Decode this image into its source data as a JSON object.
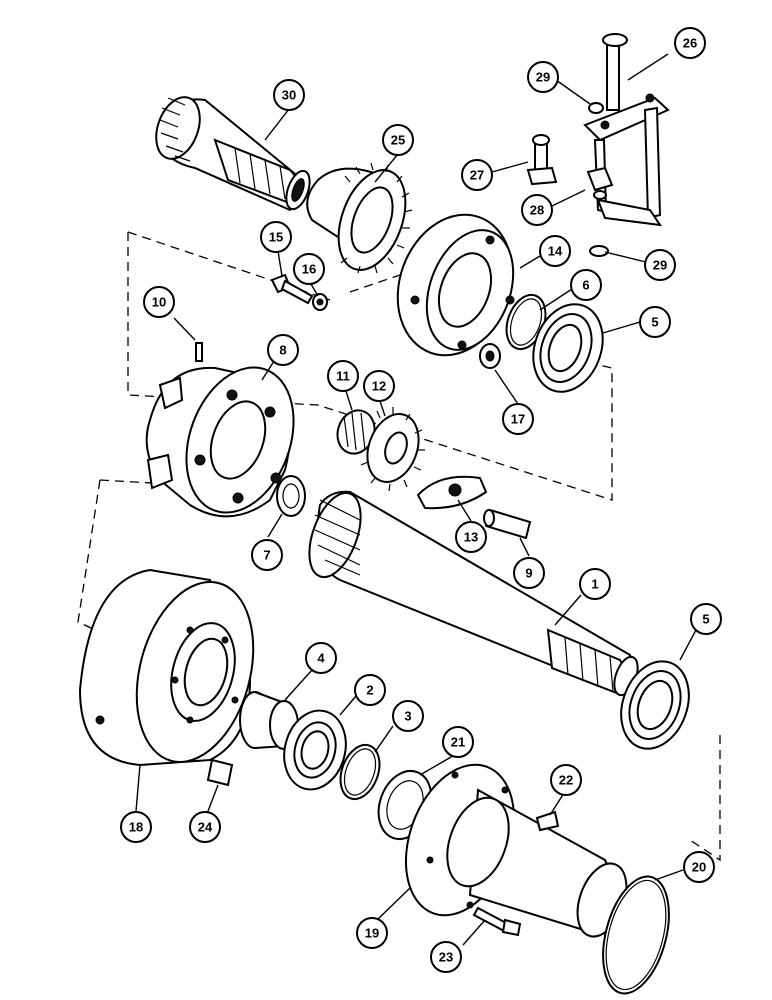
{
  "diagram": {
    "callouts": [
      {
        "id": "c1",
        "label": "1"
      },
      {
        "id": "c2",
        "label": "2"
      },
      {
        "id": "c3",
        "label": "3"
      },
      {
        "id": "c4",
        "label": "4"
      },
      {
        "id": "c5a",
        "label": "5"
      },
      {
        "id": "c5b",
        "label": "5"
      },
      {
        "id": "c6",
        "label": "6"
      },
      {
        "id": "c7",
        "label": "7"
      },
      {
        "id": "c8",
        "label": "8"
      },
      {
        "id": "c9",
        "label": "9"
      },
      {
        "id": "c10",
        "label": "10"
      },
      {
        "id": "c11",
        "label": "11"
      },
      {
        "id": "c12",
        "label": "12"
      },
      {
        "id": "c13",
        "label": "13"
      },
      {
        "id": "c14",
        "label": "14"
      },
      {
        "id": "c15",
        "label": "15"
      },
      {
        "id": "c16",
        "label": "16"
      },
      {
        "id": "c17",
        "label": "17"
      },
      {
        "id": "c18",
        "label": "18"
      },
      {
        "id": "c19",
        "label": "19"
      },
      {
        "id": "c20",
        "label": "20"
      },
      {
        "id": "c21",
        "label": "21"
      },
      {
        "id": "c22",
        "label": "22"
      },
      {
        "id": "c23",
        "label": "23"
      },
      {
        "id": "c24",
        "label": "24"
      },
      {
        "id": "c25",
        "label": "25"
      },
      {
        "id": "c26",
        "label": "26"
      },
      {
        "id": "c27",
        "label": "27"
      },
      {
        "id": "c28",
        "label": "28"
      },
      {
        "id": "c29a",
        "label": "29"
      },
      {
        "id": "c29b",
        "label": "29"
      },
      {
        "id": "c30",
        "label": "30"
      }
    ]
  }
}
